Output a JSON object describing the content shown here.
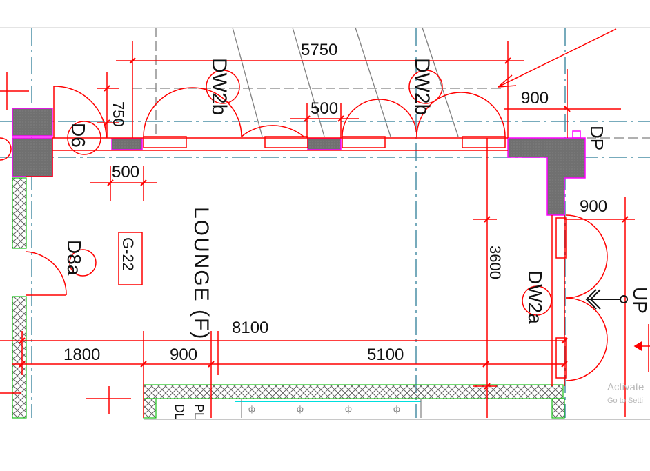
{
  "drawing": {
    "room_label": "LOUNGE (F)",
    "room_tag": "G-22",
    "doors": {
      "dw2b_left": "DW2b",
      "dw2b_right": "DW2b",
      "d6": "D6",
      "d8a": "D8a",
      "dw2a": "DW2a"
    },
    "dimensions": {
      "top_5750": "5750",
      "top_900": "900",
      "top_750": "750",
      "top_500": "500",
      "left_500": "500",
      "right_900": "900",
      "right_3600": "3600",
      "overall_8100": "8100",
      "seg_1800": "1800",
      "seg_900": "900",
      "seg_5100": "5100"
    },
    "labels": {
      "dp": "DP",
      "up": "UP",
      "pl": "PL",
      "dl": "DL"
    }
  },
  "colors": {
    "wall_red": "#ff0000",
    "grid_blue": "#4a8fa6",
    "gray_line": "#808080",
    "hatch_green": "#19c219",
    "magenta": "#ff00ff",
    "column_fill": "#6e6e6e"
  },
  "overlay": {
    "activate_text": "Activate",
    "settings_text": "Go to Setti"
  }
}
